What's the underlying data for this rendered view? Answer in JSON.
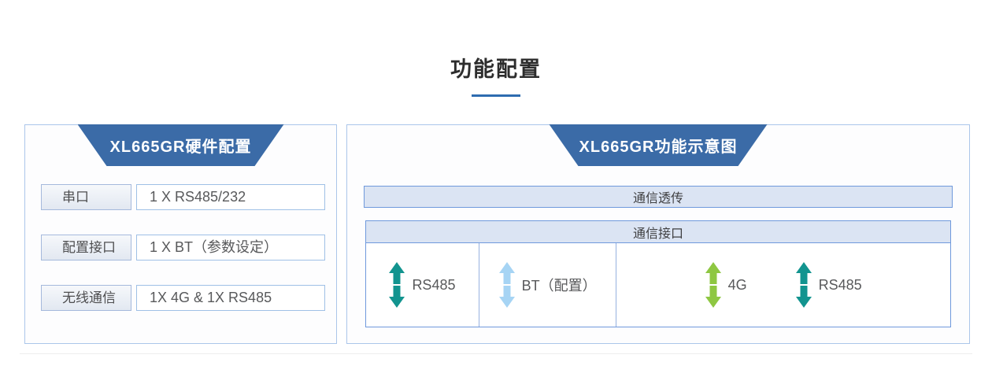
{
  "page": {
    "title": "功能配置"
  },
  "left_panel": {
    "header": "XL665GR硬件配置",
    "rows": [
      {
        "label": "串口",
        "value": "1 X RS485/232"
      },
      {
        "label": "配置接口",
        "value": "1 X BT（参数设定）"
      },
      {
        "label": "无线通信",
        "value": "1X 4G & 1X RS485"
      }
    ]
  },
  "right_panel": {
    "header": "XL665GR功能示意图",
    "transparent_bar_label": "通信透传",
    "interface_table": {
      "header": "通信接口",
      "cells": [
        {
          "arrows": [
            {
              "icon": "double-vertical-arrow-icon",
              "color": "#12948f",
              "label": "RS485"
            }
          ]
        },
        {
          "arrows": [
            {
              "icon": "double-vertical-arrow-icon",
              "color": "#a6d4f4",
              "label": "BT（配置）"
            }
          ]
        },
        {
          "arrows": [
            {
              "icon": "double-vertical-arrow-icon",
              "color": "#8ec742",
              "label": "4G"
            },
            {
              "icon": "double-vertical-arrow-icon",
              "color": "#12948f",
              "label": "RS485"
            }
          ]
        }
      ]
    }
  },
  "colors": {
    "accent_underline": "#2e6cb0",
    "trapezoid_blue": "#3b6ba7",
    "bar_fill": "#dbe4f3",
    "bar_border": "#6f99dc",
    "panel_border": "#abc6ea",
    "arrow_teal": "#12948f",
    "arrow_lightblue": "#a6d4f4",
    "arrow_green": "#8ec742"
  }
}
